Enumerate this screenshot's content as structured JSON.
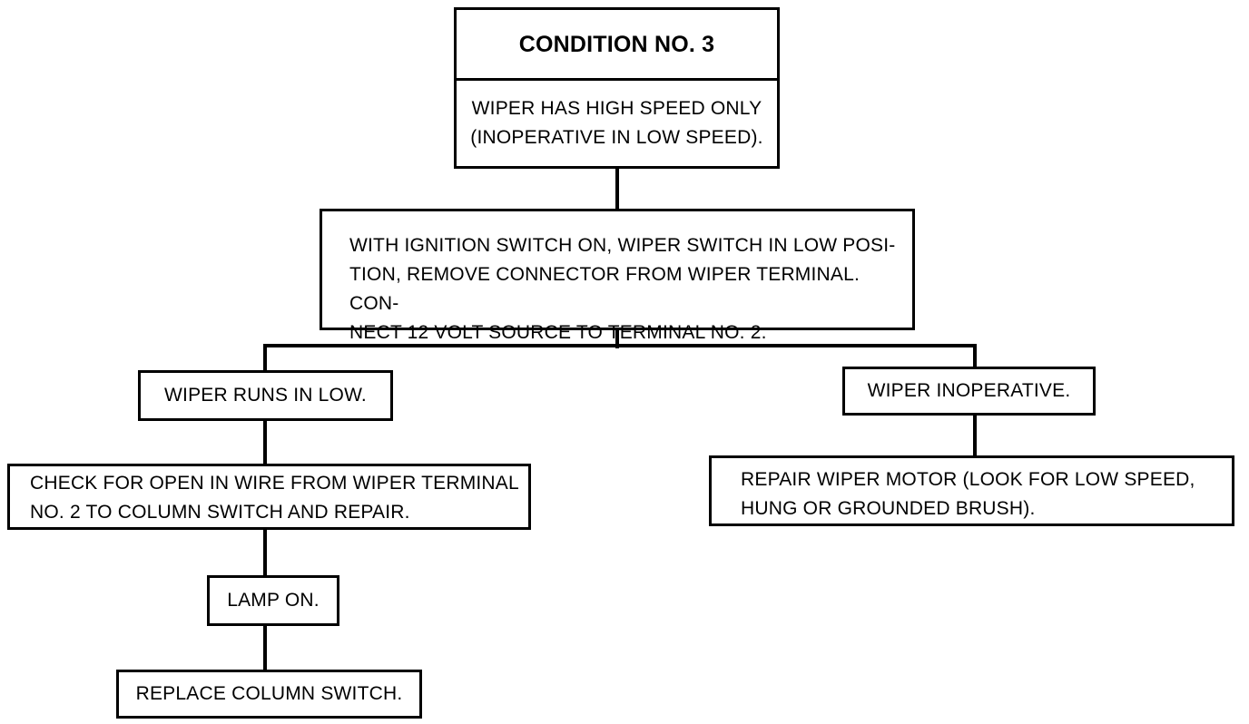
{
  "title": "CONDITION NO. 3",
  "condition": "WIPER HAS HIGH SPEED ONLY\n(INOPERATIVE IN LOW SPEED).",
  "test_step": "WITH IGNITION SWITCH ON, WIPER SWITCH IN LOW POSI-\nTION, REMOVE CONNECTOR FROM WIPER TERMINAL. CON-\nNECT 12 VOLT SOURCE TO TERMINAL NO. 2.",
  "left_branch": {
    "result": "WIPER RUNS IN LOW.",
    "action": "CHECK FOR OPEN IN WIRE FROM WIPER TERMINAL\nNO. 2 TO COLUMN SWITCH AND REPAIR.",
    "sub_result": "LAMP ON.",
    "final_action": "REPLACE COLUMN SWITCH."
  },
  "right_branch": {
    "result": "WIPER INOPERATIVE.",
    "action": "REPAIR WIPER MOTOR (LOOK FOR LOW SPEED,\nHUNG OR GROUNDED BRUSH)."
  }
}
